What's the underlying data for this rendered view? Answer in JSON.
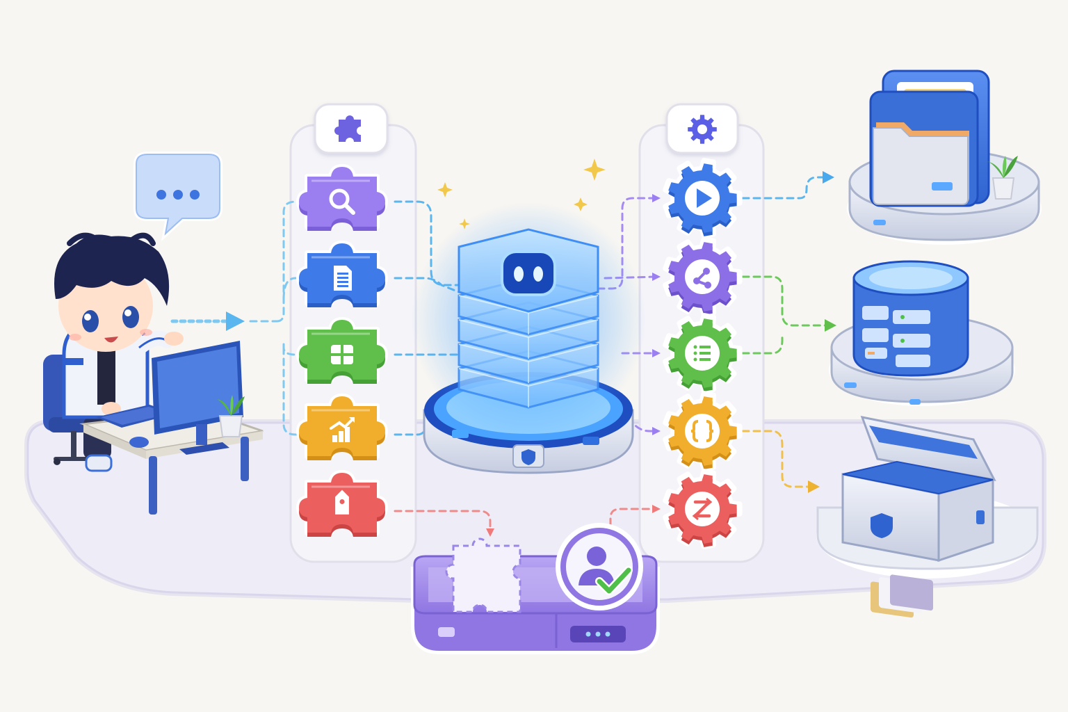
{
  "colors": {
    "background": "#f8f6f2",
    "platform": "#eceaf6",
    "platform_edge": "#d6d3ec",
    "panel": "#f3f2f8",
    "panel_stroke": "#dedbe8",
    "core_glow": "#5fb0ff",
    "core_dark": "#1f5fcf",
    "base_gray": "#c7cde0",
    "tray_purple": "#a48ee8",
    "tray_purple_dark": "#7e64d6",
    "connector_cyan": "#5ac0f0",
    "connector_blue": "#4f8ef0",
    "connector_purple": "#9b7ef0",
    "connector_green": "#6cc95c",
    "connector_yellow": "#f1c04a",
    "connector_red": "#ee7a7a",
    "hair": "#1d2450",
    "jacket": "#2f5fce",
    "monitor": "#3b69d6",
    "plant": "#58b34a"
  },
  "user": {
    "speech_icon": "chat-bubble-ellipsis-icon"
  },
  "plugins": {
    "header_icon": "puzzle-piece-icon",
    "items": [
      {
        "key": "search",
        "icon": "magnifier-icon",
        "color": "#9b7ef0",
        "edge": "#7b5fd8"
      },
      {
        "key": "document",
        "icon": "document-icon",
        "color": "#3f7be8",
        "edge": "#2a5fc8"
      },
      {
        "key": "table",
        "icon": "table-grid-icon",
        "color": "#5fbf4a",
        "edge": "#45a035"
      },
      {
        "key": "analytics",
        "icon": "bar-chart-growth-icon",
        "color": "#f1ae2c",
        "edge": "#d48f17"
      },
      {
        "key": "tag",
        "icon": "tag-icon",
        "color": "#ec5f5f",
        "edge": "#cc4444"
      }
    ]
  },
  "core": {
    "icon": "robot-face-icon"
  },
  "actions": {
    "header_icon": "gear-icon",
    "items": [
      {
        "key": "run",
        "icon": "play-icon",
        "color": "#3f7be8",
        "edge": "#2a5fc8"
      },
      {
        "key": "share",
        "icon": "share-nodes-icon",
        "color": "#8c6ee6",
        "edge": "#6d50cc"
      },
      {
        "key": "list",
        "icon": "list-icon",
        "color": "#5fbf4a",
        "edge": "#45a035"
      },
      {
        "key": "code",
        "icon": "curly-braces-icon",
        "color": "#f1ae2c",
        "edge": "#d48f17"
      },
      {
        "key": "transform",
        "icon": "swap-z-icon",
        "color": "#ec5f5f",
        "edge": "#cc4444"
      }
    ]
  },
  "outputs": [
    {
      "key": "files",
      "icon": "folder-icon"
    },
    {
      "key": "database",
      "icon": "database-server-icon"
    },
    {
      "key": "vault",
      "icon": "shield-chest-icon"
    }
  ],
  "approval": {
    "slot_icon": "empty-puzzle-slot-icon",
    "badge_icon": "user-check-icon"
  }
}
